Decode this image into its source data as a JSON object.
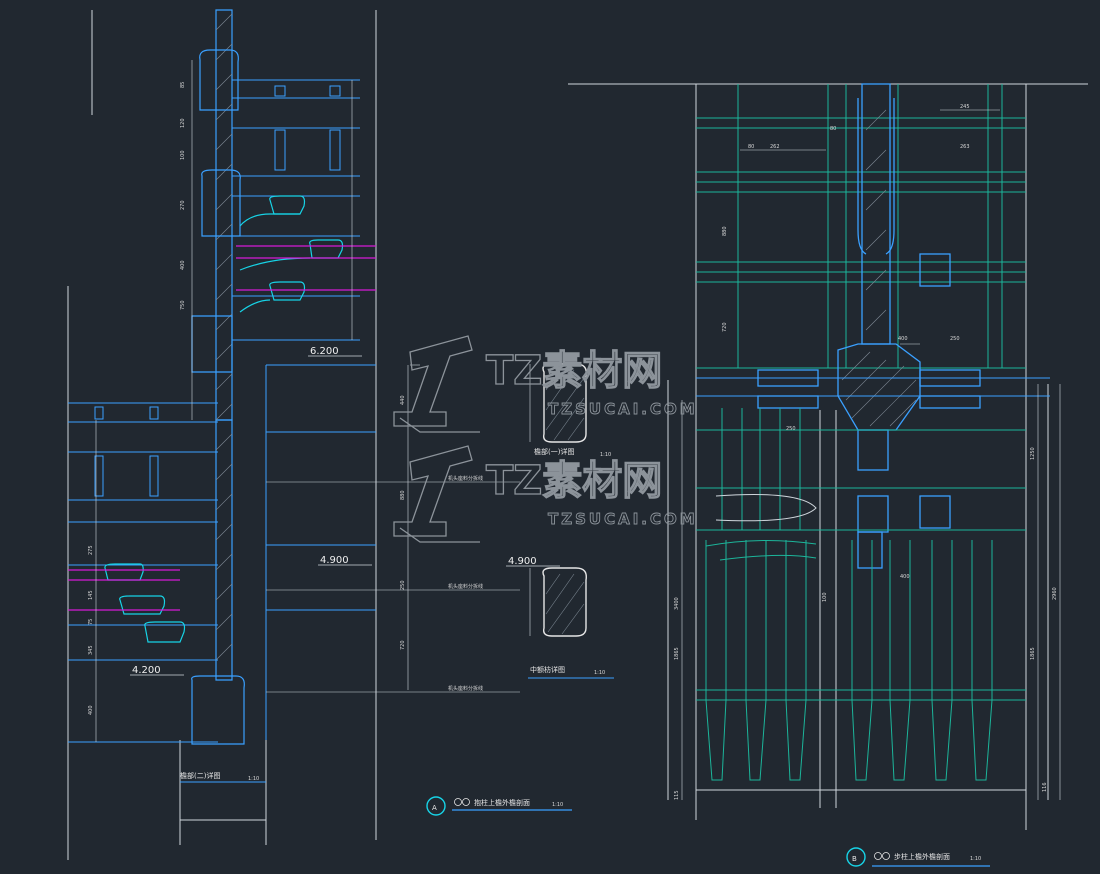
{
  "colors": {
    "background": "#212830",
    "outline_blue": "#3aa0ff",
    "detail_cyan": "#17d3e6",
    "grid_teal": "#1cb59a",
    "beam_magenta": "#d61ad6",
    "frame_white": "#cfd6dc",
    "watermark_grey": "#8c939a"
  },
  "watermark": {
    "brand_cn": "TZ素材网",
    "brand_url": "TZSUCAI.COM",
    "icon": "tz-logo-icon"
  },
  "section_a": {
    "elev_top": "6.200",
    "elev_mid": "4.900",
    "elev_low": "4.200",
    "caption": "檐部(二)详图",
    "caption_scale": "1:10",
    "title_marker": "A",
    "title_text": "抱柱上檐外檐剖面",
    "title_scale": "1:10"
  },
  "middle_details": {
    "elev_a": "4.900",
    "caption": "中额枋详图",
    "caption_scale": "1:10",
    "caption_upper": "檐部(一)详图",
    "caption_upper_scale": "1:10",
    "notes": [
      "机头座料分拆线",
      "机头座料分拆线",
      "机头座料分拆线"
    ]
  },
  "section_b": {
    "title_marker": "B",
    "title_text": "步柱上檐外檐剖面",
    "title_scale": "1:10"
  },
  "dimensions": {
    "left_col": [
      "85",
      "120",
      "100",
      "270",
      "400",
      "750"
    ],
    "left_lower": [
      "275",
      "145",
      "75",
      "345",
      "400"
    ],
    "center_col": [
      "440",
      "880",
      "250",
      "720"
    ],
    "right_top": [
      "80",
      "262",
      "80",
      "245",
      "263"
    ],
    "right_mid": [
      "880",
      "720",
      "400",
      "250",
      "250",
      "400"
    ],
    "right_side": [
      "3400",
      "1865",
      "1250",
      "2960",
      "1865",
      "115",
      "116",
      "100"
    ]
  }
}
